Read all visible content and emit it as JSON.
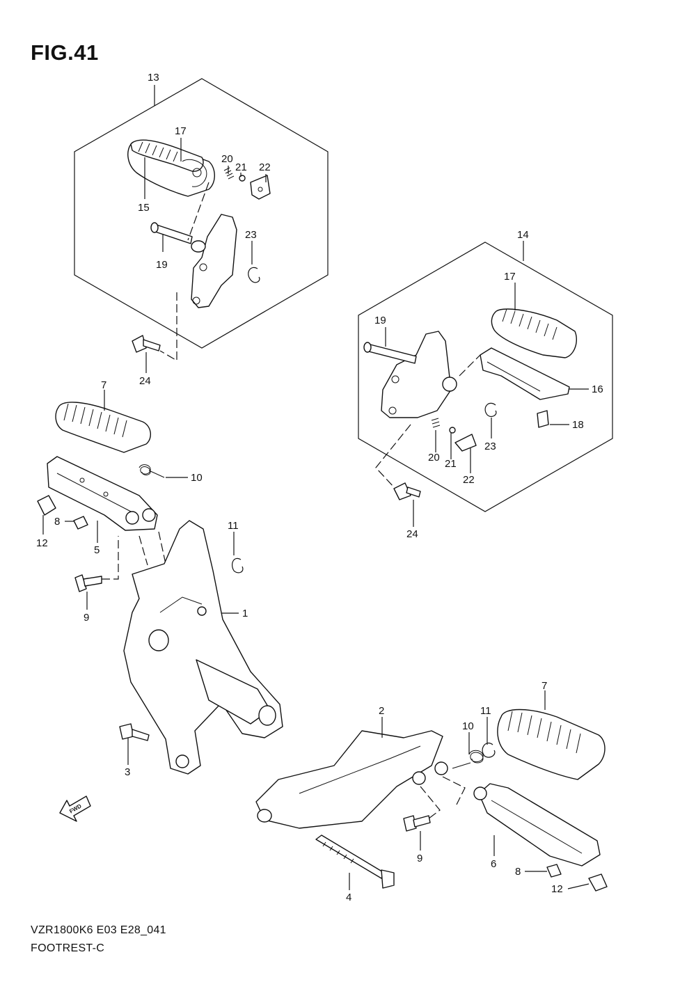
{
  "figure": {
    "title": "FIG.41"
  },
  "footer": {
    "model_code": "VZR1800K6 E03 E28_041",
    "section_name": "FOOTREST-C"
  },
  "fwd_label": "FWD",
  "callouts": [
    {
      "id": "c13",
      "label": "13"
    },
    {
      "id": "c17a",
      "label": "17"
    },
    {
      "id": "c20a",
      "label": "20"
    },
    {
      "id": "c21a",
      "label": "21"
    },
    {
      "id": "c22a",
      "label": "22"
    },
    {
      "id": "c15",
      "label": "15"
    },
    {
      "id": "c19a",
      "label": "19"
    },
    {
      "id": "c23a",
      "label": "23"
    },
    {
      "id": "c24a",
      "label": "24"
    },
    {
      "id": "c14",
      "label": "14"
    },
    {
      "id": "c17b",
      "label": "17"
    },
    {
      "id": "c19b",
      "label": "19"
    },
    {
      "id": "c16",
      "label": "16"
    },
    {
      "id": "c18",
      "label": "18"
    },
    {
      "id": "c23b",
      "label": "23"
    },
    {
      "id": "c20b",
      "label": "20"
    },
    {
      "id": "c21b",
      "label": "21"
    },
    {
      "id": "c22b",
      "label": "22"
    },
    {
      "id": "c24b",
      "label": "24"
    },
    {
      "id": "c7a",
      "label": "7"
    },
    {
      "id": "c10a",
      "label": "10"
    },
    {
      "id": "c12a",
      "label": "12"
    },
    {
      "id": "c8a",
      "label": "8"
    },
    {
      "id": "c5",
      "label": "5"
    },
    {
      "id": "c11a",
      "label": "11"
    },
    {
      "id": "c9a",
      "label": "9"
    },
    {
      "id": "c1",
      "label": "1"
    },
    {
      "id": "c3",
      "label": "3"
    },
    {
      "id": "c2",
      "label": "2"
    },
    {
      "id": "c7b",
      "label": "7"
    },
    {
      "id": "c10b",
      "label": "10"
    },
    {
      "id": "c11b",
      "label": "11"
    },
    {
      "id": "c9b",
      "label": "9"
    },
    {
      "id": "c6",
      "label": "6"
    },
    {
      "id": "c8b",
      "label": "8"
    },
    {
      "id": "c12b",
      "label": "12"
    },
    {
      "id": "c4",
      "label": "4"
    }
  ]
}
